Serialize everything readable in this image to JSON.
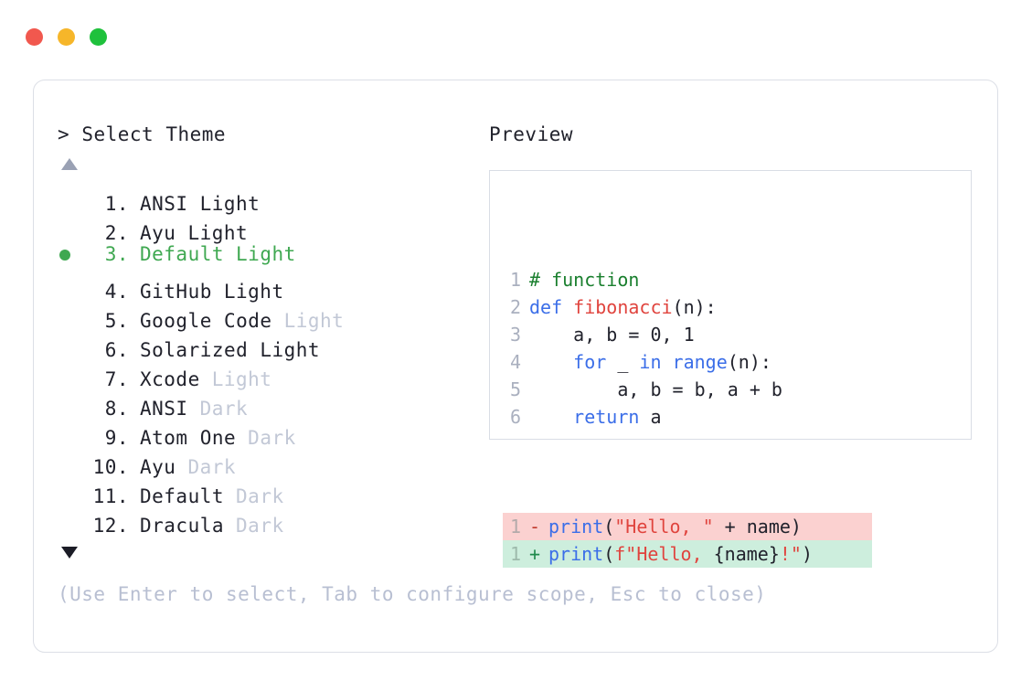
{
  "window": {
    "traffic_lights": [
      {
        "name": "close-button",
        "color": "#f1584e"
      },
      {
        "name": "minimize-button",
        "color": "#f6b62a"
      },
      {
        "name": "maximize-button",
        "color": "#1fc13c"
      }
    ]
  },
  "selector": {
    "prompt_caret": ">",
    "prompt_label": "Select Theme",
    "scroll_up_glyph": "▲",
    "scroll_down_glyph": "▼",
    "selected_index": 3,
    "selected_bullet": "●",
    "accent_color": "#3fa851",
    "muted_color": "#c2c8d6",
    "items": [
      {
        "num": "1.",
        "name": "ANSI",
        "variant": "Light",
        "variant_muted": false,
        "selected": false
      },
      {
        "num": "2.",
        "name": "Ayu",
        "variant": "Light",
        "variant_muted": false,
        "selected": false
      },
      {
        "num": "3.",
        "name": "Default",
        "variant": "Light",
        "variant_muted": false,
        "selected": true
      },
      {
        "num": "4.",
        "name": "GitHub",
        "variant": "Light",
        "variant_muted": false,
        "selected": false
      },
      {
        "num": "5.",
        "name": "Google Code",
        "variant": "Light",
        "variant_muted": true,
        "selected": false
      },
      {
        "num": "6.",
        "name": "Solarized",
        "variant": "Light",
        "variant_muted": false,
        "selected": false
      },
      {
        "num": "7.",
        "name": "Xcode",
        "variant": "Light",
        "variant_muted": true,
        "selected": false
      },
      {
        "num": "8.",
        "name": "ANSI",
        "variant": "Dark",
        "variant_muted": true,
        "selected": false
      },
      {
        "num": "9.",
        "name": "Atom One",
        "variant": "Dark",
        "variant_muted": true,
        "selected": false
      },
      {
        "num": "10.",
        "name": "Ayu",
        "variant": "Dark",
        "variant_muted": true,
        "selected": false
      },
      {
        "num": "11.",
        "name": "Default",
        "variant": "Dark",
        "variant_muted": true,
        "selected": false
      },
      {
        "num": "12.",
        "name": "Dracula",
        "variant": "Dark",
        "variant_muted": true,
        "selected": false
      }
    ]
  },
  "hint": "(Use Enter to select, Tab to configure scope, Esc to close)",
  "preview": {
    "title": "Preview",
    "code_lines": [
      {
        "ln": "1",
        "tokens": [
          {
            "t": "# function",
            "k": "comment"
          }
        ]
      },
      {
        "ln": "2",
        "tokens": [
          {
            "t": "def ",
            "k": "kw"
          },
          {
            "t": "fibonacci",
            "k": "fn"
          },
          {
            "t": "(n):",
            "k": "plain"
          }
        ]
      },
      {
        "ln": "3",
        "tokens": [
          {
            "t": "    a, b = 0, 1",
            "k": "plain"
          }
        ]
      },
      {
        "ln": "4",
        "tokens": [
          {
            "t": "    ",
            "k": "plain"
          },
          {
            "t": "for",
            "k": "kw"
          },
          {
            "t": " _ ",
            "k": "plain"
          },
          {
            "t": "in range",
            "k": "kw"
          },
          {
            "t": "(n):",
            "k": "plain"
          }
        ]
      },
      {
        "ln": "5",
        "tokens": [
          {
            "t": "        a, b = b, a + b",
            "k": "plain"
          }
        ]
      },
      {
        "ln": "6",
        "tokens": [
          {
            "t": "    ",
            "k": "plain"
          },
          {
            "t": "return",
            "k": "kw"
          },
          {
            "t": " a",
            "k": "plain"
          }
        ]
      }
    ],
    "diff_lines": [
      {
        "ln": "1",
        "sign": "-",
        "type": "del",
        "tokens": [
          {
            "t": "print",
            "k": "kw"
          },
          {
            "t": "(",
            "k": "plain"
          },
          {
            "t": "\"Hello, \"",
            "k": "str"
          },
          {
            "t": " + name)",
            "k": "plain"
          }
        ]
      },
      {
        "ln": "1",
        "sign": "+",
        "type": "add",
        "tokens": [
          {
            "t": "print",
            "k": "kw"
          },
          {
            "t": "(",
            "k": "plain"
          },
          {
            "t": "f\"Hello, ",
            "k": "str"
          },
          {
            "t": "{name}",
            "k": "plain"
          },
          {
            "t": "!\"",
            "k": "str"
          },
          {
            "t": ")",
            "k": "plain"
          }
        ]
      }
    ]
  }
}
